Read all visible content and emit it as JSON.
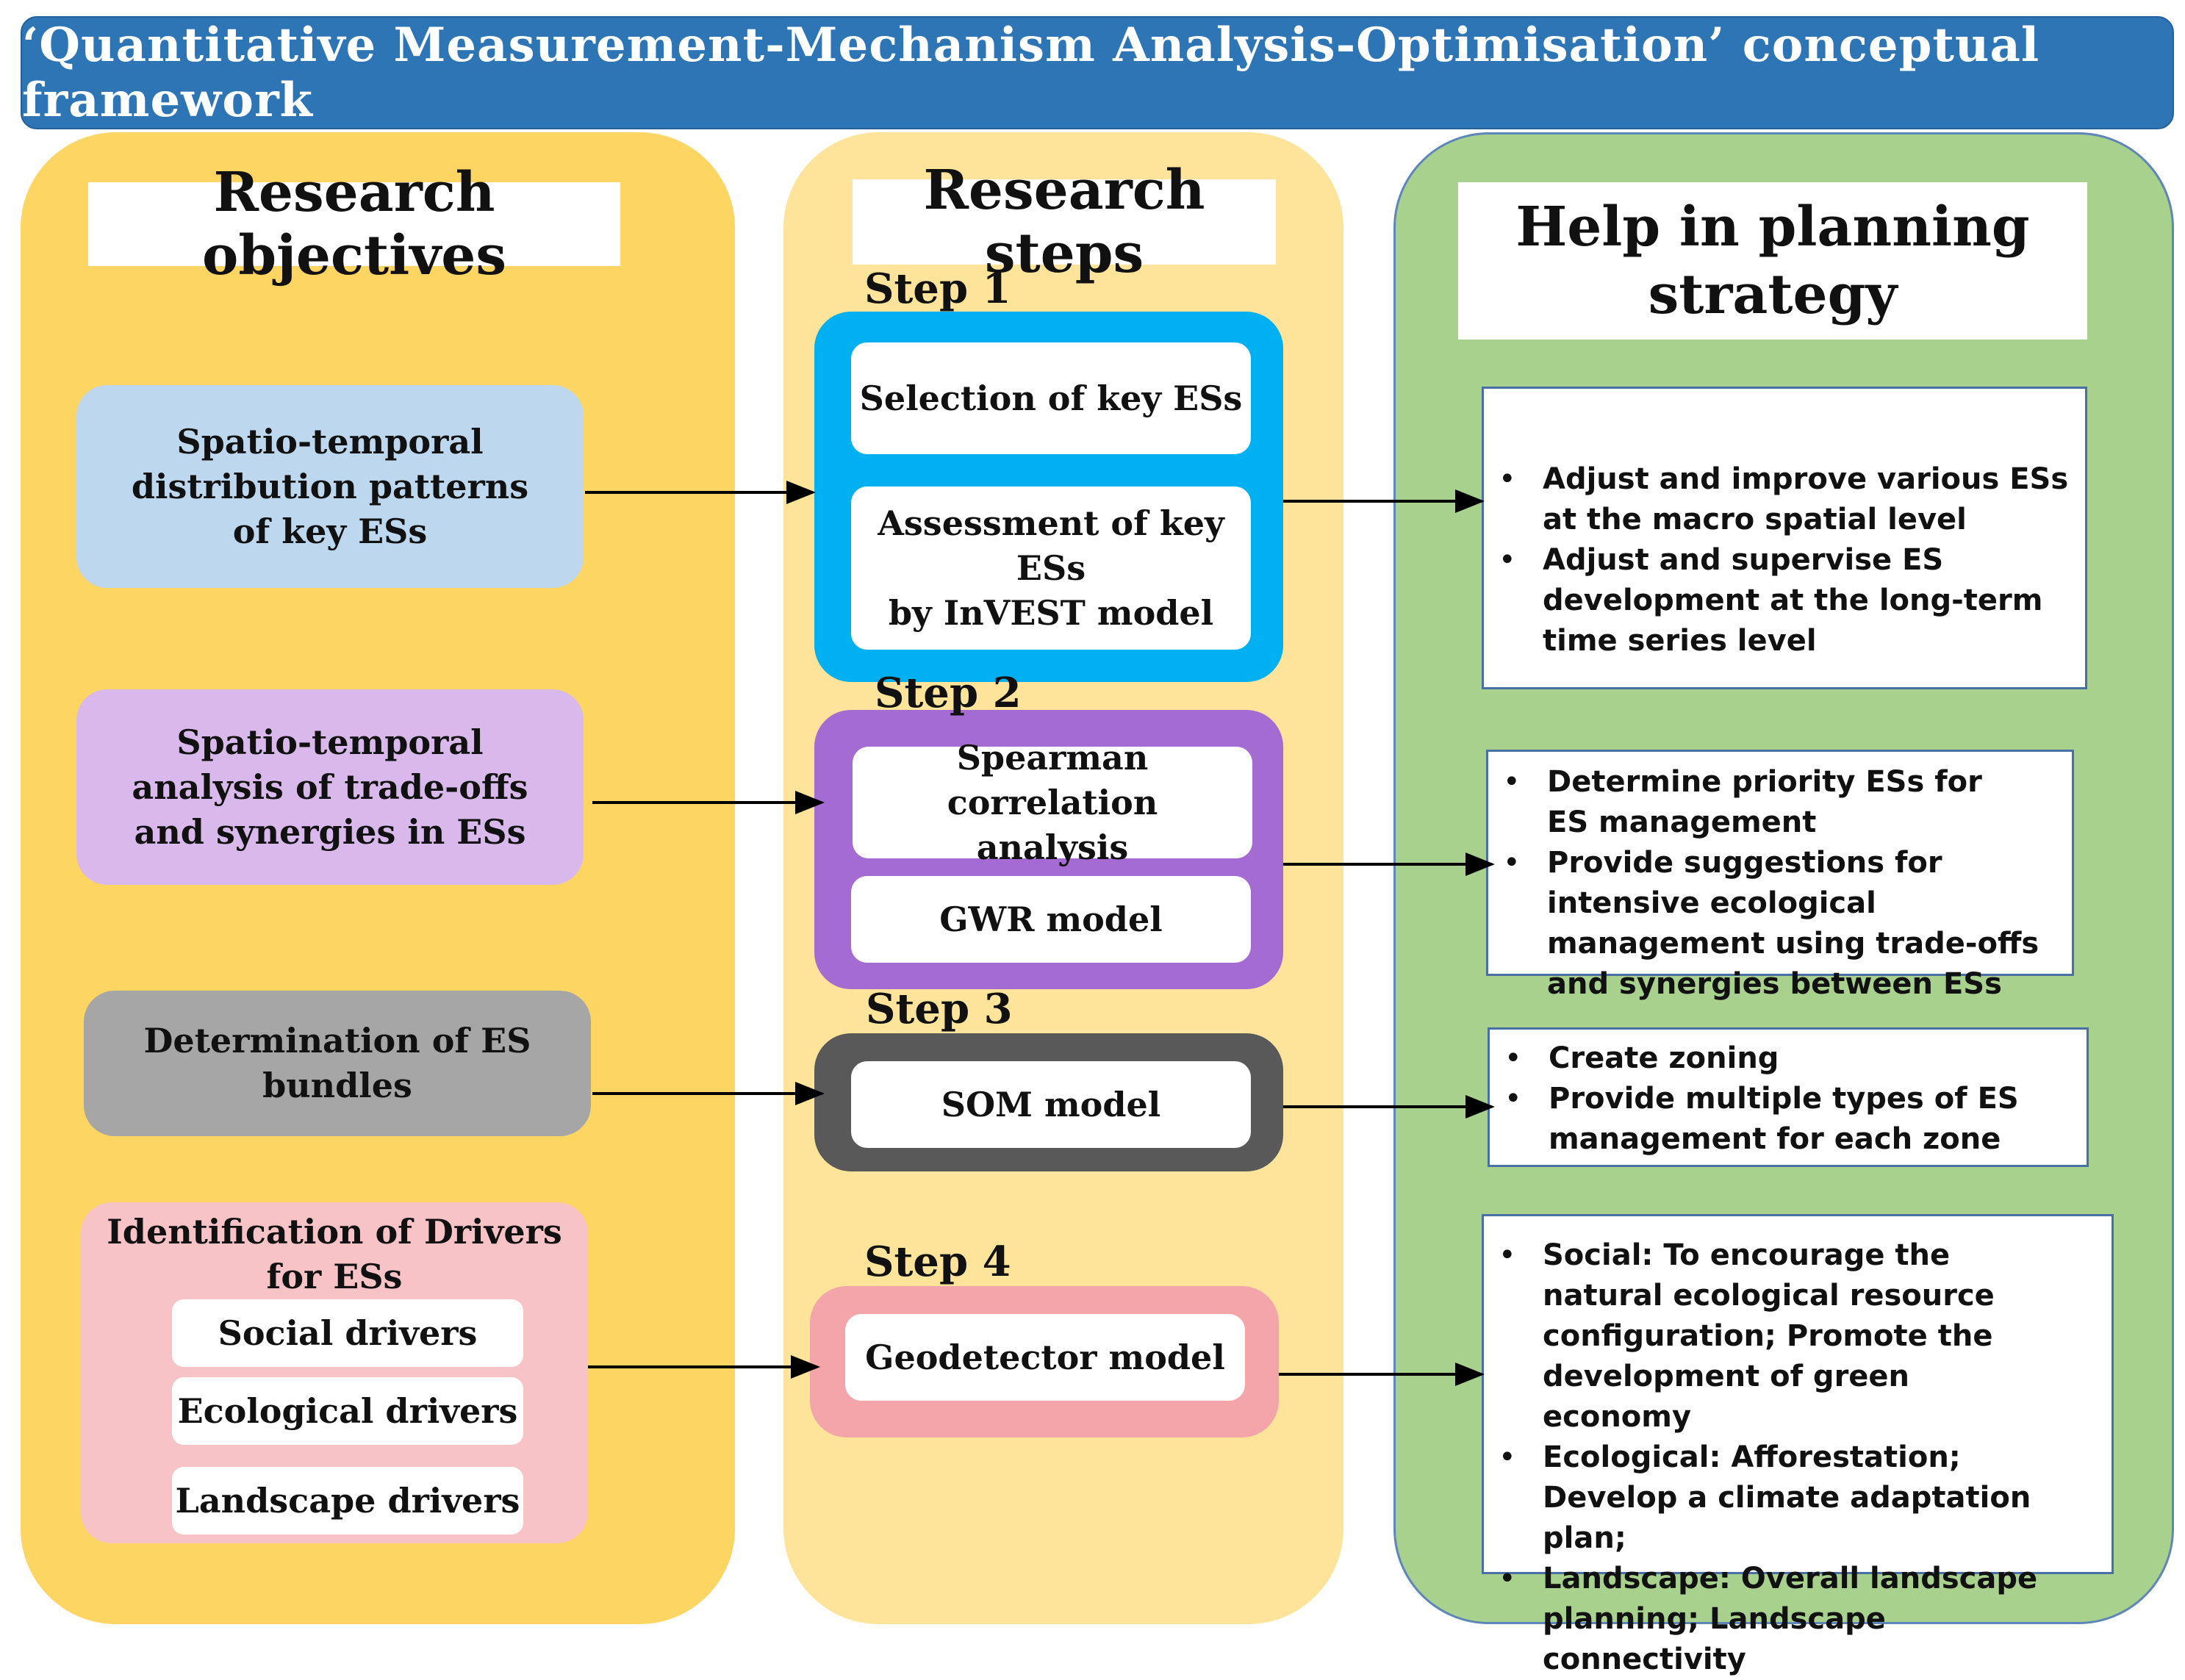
{
  "title": "‘Quantitative Measurement-Mechanism Analysis-Optimisation’ conceptual framework",
  "columns": {
    "objectives_header": "Research objectives",
    "steps_header": "Research steps",
    "planning_header_line1": "Help in planning",
    "planning_header_line2": "strategy"
  },
  "objectives": {
    "o1": [
      "Spatio-temporal",
      "distribution patterns",
      "of key ESs"
    ],
    "o2": [
      "Spatio-temporal",
      "analysis of trade-offs",
      "and synergies in ESs"
    ],
    "o3": [
      "Determination of ES",
      "bundles"
    ],
    "o4": [
      "Identification of Drivers",
      "for ESs"
    ],
    "drivers": [
      "Social drivers",
      "Ecological drivers",
      "Landscape drivers"
    ]
  },
  "steps": {
    "step1_label": "Step 1",
    "step1_a": "Selection of key ESs",
    "step1_b": [
      "Assessment of key ESs",
      "by InVEST model"
    ],
    "step2_label": "Step 2",
    "step2_a": [
      "Spearman correlation",
      "analysis"
    ],
    "step2_b": "GWR model",
    "step3_label": "Step 3",
    "step3_a": "SOM model",
    "step4_label": "Step 4",
    "step4_a": "Geodetector model"
  },
  "planning": {
    "p1": [
      "Adjust and improve various ESs at the macro spatial level",
      "Adjust and supervise ES development at the long-term time series level"
    ],
    "p2": [
      "Determine priority ESs for ES management",
      "Provide suggestions for intensive ecological management using trade-offs and synergies between ESs"
    ],
    "p3": [
      "Create zoning",
      " Provide multiple types of ES management for each zone"
    ],
    "p4": [
      "Social: To encourage the natural ecological resource configuration; Promote the development of green economy",
      "Ecological: Afforestation; Develop a climate adaptation plan;",
      "Landscape: Overall landscape planning; Landscape connectivity"
    ]
  },
  "colors": {
    "banner": "#2e75b6",
    "objectives_column": "#fdd563",
    "steps_column": "#fde49a",
    "planning_column": "#a9d18e",
    "step1": "#00b0f0",
    "step2": "#a46bd3",
    "step3": "#595959",
    "step4": "#f4a5a9"
  }
}
